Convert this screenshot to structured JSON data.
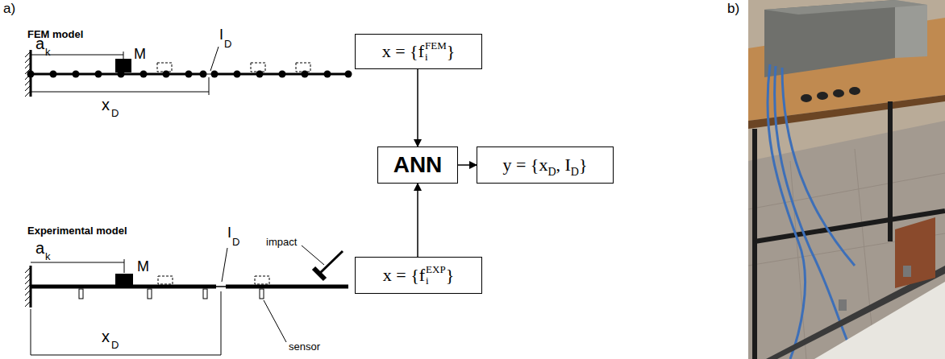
{
  "diagram": {
    "nodes": [
      {
        "text": [
          "x = {",
          "f",
          "i",
          "FEM",
          "}"
        ]
      },
      {
        "text": [
          "ANN"
        ]
      },
      {
        "text": [
          "y = {x",
          "D",
          ", I",
          "D",
          "}"
        ]
      },
      {
        "text": [
          "x = {",
          "f",
          "i",
          "EXP",
          "}"
        ]
      }
    ],
    "edges": [
      {
        "from": 0,
        "to": 1,
        "arrow": "to"
      },
      {
        "from": 3,
        "to": 1,
        "arrow": "to"
      },
      {
        "from": 1,
        "to": 2,
        "arrow": "to"
      }
    ],
    "labels": [
      "a)",
      "b)",
      "FEM model",
      "a",
      "k",
      "M",
      "I",
      "D",
      "x",
      "D",
      "Experimental model",
      "a",
      "k",
      "M",
      "I",
      "D",
      "impact",
      "x",
      "D",
      "sensor"
    ]
  }
}
